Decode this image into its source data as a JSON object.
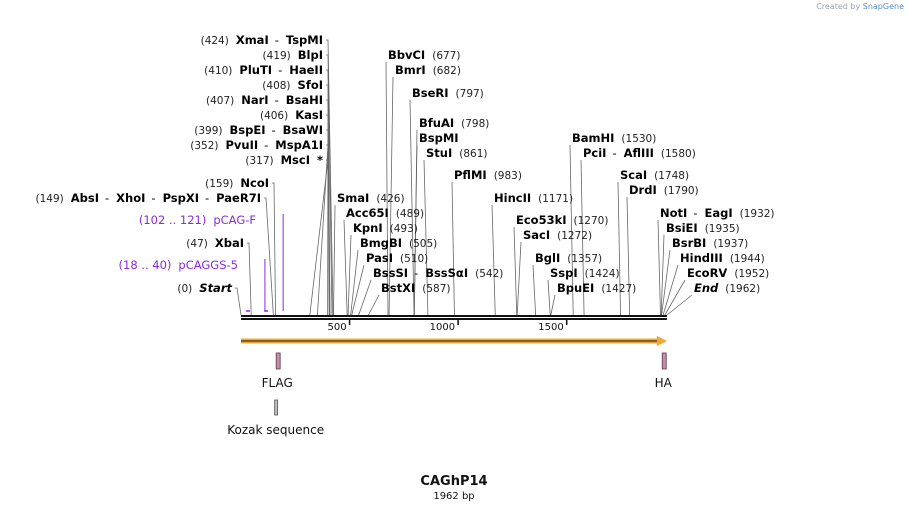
{
  "credit": {
    "created_by": "Created by",
    "brand": "SnapGene"
  },
  "plasmid": {
    "name": "CAGhP14",
    "length_label": "1962 bp"
  },
  "ruler": {
    "ticks": [
      {
        "value": 500,
        "label": "500"
      },
      {
        "value": 1000,
        "label": "1000"
      },
      {
        "value": 1500,
        "label": "1500"
      }
    ]
  },
  "sites": [
    {
      "pos": 424,
      "parts": [
        {
          "t": "(424)",
          "k": "pos"
        },
        {
          "t": "XmaI",
          "k": "enz"
        },
        {
          "t": "-",
          "k": "sep"
        },
        {
          "t": "TspMI",
          "k": "enz"
        }
      ]
    },
    {
      "pos": 419,
      "parts": [
        {
          "t": "(419)",
          "k": "pos"
        },
        {
          "t": "BlpI",
          "k": "enz"
        }
      ]
    },
    {
      "pos": 410,
      "parts": [
        {
          "t": "(410)",
          "k": "pos"
        },
        {
          "t": "PluTI",
          "k": "enz"
        },
        {
          "t": "-",
          "k": "sep"
        },
        {
          "t": "HaeII",
          "k": "enz"
        }
      ]
    },
    {
      "pos": 408,
      "parts": [
        {
          "t": "(408)",
          "k": "pos"
        },
        {
          "t": "SfoI",
          "k": "enz"
        }
      ]
    },
    {
      "pos": 407,
      "parts": [
        {
          "t": "(407)",
          "k": "pos"
        },
        {
          "t": "NarI",
          "k": "enz"
        },
        {
          "t": "-",
          "k": "sep"
        },
        {
          "t": "BsaHI",
          "k": "enz"
        }
      ]
    },
    {
      "pos": 406,
      "parts": [
        {
          "t": "(406)",
          "k": "pos"
        },
        {
          "t": "KasI",
          "k": "enz"
        }
      ]
    },
    {
      "pos": 399,
      "parts": [
        {
          "t": "(399)",
          "k": "pos"
        },
        {
          "t": "BspEI",
          "k": "enz"
        },
        {
          "t": "-",
          "k": "sep"
        },
        {
          "t": "BsaWI",
          "k": "enz"
        }
      ]
    },
    {
      "pos": 352,
      "parts": [
        {
          "t": "(352)",
          "k": "pos"
        },
        {
          "t": "PvuII",
          "k": "enz"
        },
        {
          "t": "-",
          "k": "sep"
        },
        {
          "t": "MspA1I",
          "k": "enz"
        }
      ]
    },
    {
      "pos": 317,
      "parts": [
        {
          "t": "(317)",
          "k": "pos"
        },
        {
          "t": "MscI",
          "k": "enz"
        },
        {
          "t": "*",
          "k": "enz"
        }
      ]
    },
    {
      "pos": 159,
      "parts": [
        {
          "t": "(159)",
          "k": "pos"
        },
        {
          "t": "NcoI",
          "k": "enz"
        }
      ]
    },
    {
      "pos": 149,
      "parts": [
        {
          "t": "(149)",
          "k": "pos"
        },
        {
          "t": "AbsI",
          "k": "enz"
        },
        {
          "t": "-",
          "k": "sep"
        },
        {
          "t": "XhoI",
          "k": "enz"
        },
        {
          "t": "-",
          "k": "sep"
        },
        {
          "t": "PspXI",
          "k": "enz"
        },
        {
          "t": "-",
          "k": "sep"
        },
        {
          "t": "PaeR7I",
          "k": "enz"
        }
      ]
    },
    {
      "pos": 102,
      "primer": true,
      "parts": [
        {
          "t": "(102 .. 121)",
          "k": "primer"
        },
        {
          "t": "pCAG-F",
          "k": "primer"
        }
      ]
    },
    {
      "pos": 47,
      "parts": [
        {
          "t": "(47)",
          "k": "pos"
        },
        {
          "t": "XbaI",
          "k": "enz"
        }
      ]
    },
    {
      "pos": 18,
      "primer": true,
      "parts": [
        {
          "t": "(18 .. 40)",
          "k": "primer"
        },
        {
          "t": "pCAGGS-5",
          "k": "primer"
        }
      ]
    },
    {
      "pos": 0,
      "parts": [
        {
          "t": "(0)",
          "k": "pos"
        },
        {
          "t": "Start",
          "k": "ital"
        }
      ]
    },
    {
      "pos": 677,
      "parts": [
        {
          "t": "BbvCI",
          "k": "enz"
        },
        {
          "t": "(677)",
          "k": "pos"
        }
      ]
    },
    {
      "pos": 682,
      "parts": [
        {
          "t": "BmrI",
          "k": "enz"
        },
        {
          "t": "(682)",
          "k": "pos"
        }
      ]
    },
    {
      "pos": 797,
      "parts": [
        {
          "t": "BseRI",
          "k": "enz"
        },
        {
          "t": "(797)",
          "k": "pos"
        }
      ]
    },
    {
      "pos": 798,
      "parts": [
        {
          "t": "BfuAI",
          "k": "enz"
        },
        {
          "t": "(798)",
          "k": "pos"
        }
      ]
    },
    {
      "pos": 798,
      "parts": [
        {
          "t": "BspMI",
          "k": "enz"
        }
      ]
    },
    {
      "pos": 861,
      "parts": [
        {
          "t": "StuI",
          "k": "enz"
        },
        {
          "t": "(861)",
          "k": "pos"
        }
      ]
    },
    {
      "pos": 983,
      "parts": [
        {
          "t": "PflMI",
          "k": "enz"
        },
        {
          "t": "(983)",
          "k": "pos"
        }
      ]
    },
    {
      "pos": 426,
      "parts": [
        {
          "t": "SmaI",
          "k": "enz"
        },
        {
          "t": "(426)",
          "k": "pos"
        }
      ]
    },
    {
      "pos": 489,
      "parts": [
        {
          "t": "Acc65I",
          "k": "enz"
        },
        {
          "t": "(489)",
          "k": "pos"
        }
      ]
    },
    {
      "pos": 493,
      "parts": [
        {
          "t": "KpnI",
          "k": "enz"
        },
        {
          "t": "(493)",
          "k": "pos"
        }
      ]
    },
    {
      "pos": 505,
      "parts": [
        {
          "t": "BmgBI",
          "k": "enz"
        },
        {
          "t": "(505)",
          "k": "pos"
        }
      ]
    },
    {
      "pos": 510,
      "parts": [
        {
          "t": "PasI",
          "k": "enz"
        },
        {
          "t": "(510)",
          "k": "pos"
        }
      ]
    },
    {
      "pos": 542,
      "parts": [
        {
          "t": "BssSI",
          "k": "enz"
        },
        {
          "t": "-",
          "k": "sep"
        },
        {
          "t": "BssSαI",
          "k": "enz"
        },
        {
          "t": "(542)",
          "k": "pos"
        }
      ]
    },
    {
      "pos": 587,
      "parts": [
        {
          "t": "BstXI",
          "k": "enz"
        },
        {
          "t": "(587)",
          "k": "pos"
        }
      ]
    },
    {
      "pos": 1530,
      "parts": [
        {
          "t": "BamHI",
          "k": "enz"
        },
        {
          "t": "(1530)",
          "k": "pos"
        }
      ]
    },
    {
      "pos": 1580,
      "parts": [
        {
          "t": "PciI",
          "k": "enz"
        },
        {
          "t": "-",
          "k": "sep"
        },
        {
          "t": "AflIII",
          "k": "enz"
        },
        {
          "t": "(1580)",
          "k": "pos"
        }
      ]
    },
    {
      "pos": 1748,
      "parts": [
        {
          "t": "ScaI",
          "k": "enz"
        },
        {
          "t": "(1748)",
          "k": "pos"
        }
      ]
    },
    {
      "pos": 1790,
      "parts": [
        {
          "t": "DrdI",
          "k": "enz"
        },
        {
          "t": "(1790)",
          "k": "pos"
        }
      ]
    },
    {
      "pos": 1171,
      "parts": [
        {
          "t": "HincII",
          "k": "enz"
        },
        {
          "t": "(1171)",
          "k": "pos"
        }
      ]
    },
    {
      "pos": 1270,
      "parts": [
        {
          "t": "Eco53kI",
          "k": "enz"
        },
        {
          "t": "(1270)",
          "k": "pos"
        }
      ]
    },
    {
      "pos": 1272,
      "parts": [
        {
          "t": "SacI",
          "k": "enz"
        },
        {
          "t": "(1272)",
          "k": "pos"
        }
      ]
    },
    {
      "pos": 1357,
      "parts": [
        {
          "t": "BglI",
          "k": "enz"
        },
        {
          "t": "(1357)",
          "k": "pos"
        }
      ]
    },
    {
      "pos": 1424,
      "parts": [
        {
          "t": "SspI",
          "k": "enz"
        },
        {
          "t": "(1424)",
          "k": "pos"
        }
      ]
    },
    {
      "pos": 1427,
      "parts": [
        {
          "t": "BpuEI",
          "k": "enz"
        },
        {
          "t": "(1427)",
          "k": "pos"
        }
      ]
    },
    {
      "pos": 1932,
      "parts": [
        {
          "t": "NotI",
          "k": "enz"
        },
        {
          "t": "-",
          "k": "sep"
        },
        {
          "t": "EagI",
          "k": "enz"
        },
        {
          "t": "(1932)",
          "k": "pos"
        }
      ]
    },
    {
      "pos": 1935,
      "parts": [
        {
          "t": "BsiEI",
          "k": "enz"
        },
        {
          "t": "(1935)",
          "k": "pos"
        }
      ]
    },
    {
      "pos": 1937,
      "parts": [
        {
          "t": "BsrBI",
          "k": "enz"
        },
        {
          "t": "(1937)",
          "k": "pos"
        }
      ]
    },
    {
      "pos": 1944,
      "parts": [
        {
          "t": "HindIII",
          "k": "enz"
        },
        {
          "t": "(1944)",
          "k": "pos"
        }
      ]
    },
    {
      "pos": 1952,
      "parts": [
        {
          "t": "EcoRV",
          "k": "enz"
        },
        {
          "t": "(1952)",
          "k": "pos"
        }
      ]
    },
    {
      "pos": 1962,
      "parts": [
        {
          "t": "End",
          "k": "ital"
        },
        {
          "t": "(1962)",
          "k": "pos"
        }
      ]
    }
  ],
  "features": [
    {
      "name": "FLAG",
      "start": 162,
      "end": 185,
      "kind": "tag"
    },
    {
      "name": "HA",
      "start": 1940,
      "end": 1963,
      "kind": "tag"
    },
    {
      "name": "Kozak sequence",
      "start": 155,
      "end": 165,
      "kind": "regulatory"
    },
    {
      "name": "",
      "start": 0,
      "end": 1962,
      "kind": "orf"
    }
  ],
  "colors": {
    "enzyme": "#000000",
    "position": "#222222",
    "primer": "#8a2be2",
    "backbone": "#111111",
    "tag": "#c78ca8",
    "orf": "#f0a830",
    "orf_fill": "#ffe4b5",
    "leader": "#666666"
  }
}
